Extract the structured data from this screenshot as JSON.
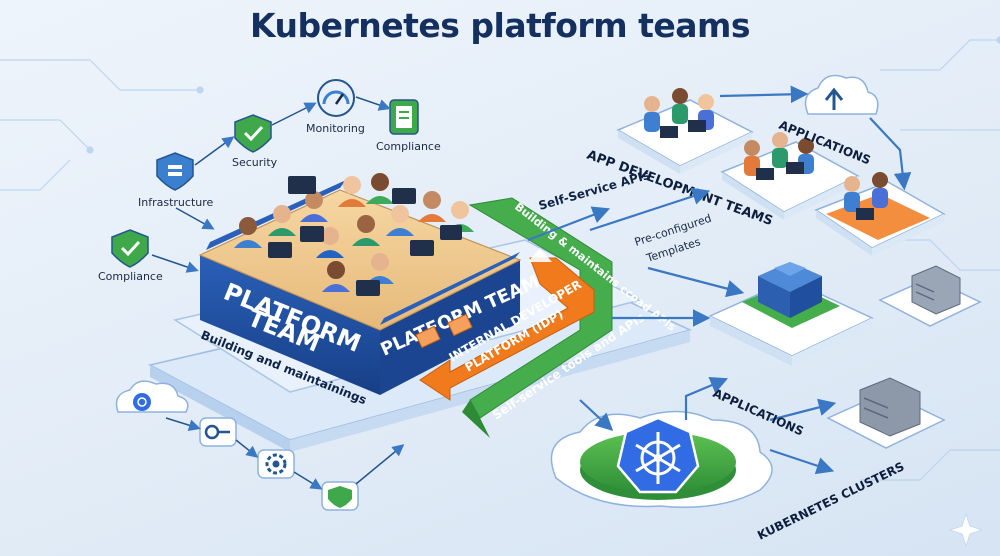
{
  "title": "Kubernetes platform teams",
  "left_nodes": {
    "infrastructure": "Infrastructure",
    "security": "Security",
    "monitoring": "Monitoring",
    "compliance_top": "Compliance",
    "compliance_left": "Compliance"
  },
  "platform": {
    "front_label_line1": "PLATFORM",
    "front_label_line2": "TEAM",
    "side_label": "PLATFORM TEAM",
    "base_label": "Building and maintainings"
  },
  "idp": {
    "line1": "INTERNAL DEVELOPER",
    "line2": "PLATFORM (IDP)"
  },
  "ribbons": {
    "green_top": "Building & maintains ccoad APIs",
    "green_bottom": "Self-service tools and APIs"
  },
  "right": {
    "self_service_apis": "Self-Service APIs",
    "app_dev_teams": "APP DEVELOPMENT TEAMS",
    "applications_top": "APPLICATIONS",
    "preconfigured_line1": "Pre-configured",
    "preconfigured_line2": "Templates",
    "applications_bottom": "APPLICATIONS",
    "kubernetes_clusters": "KUBERNETES CLUSTERS"
  },
  "colors": {
    "platform_blue": "#1f4f9e",
    "idp_orange": "#f07a1c",
    "ribbon_green": "#46ad4c",
    "kubernetes_blue": "#326ce5",
    "title_navy": "#14305f"
  },
  "icons": [
    "shield-check-icon",
    "gauge-icon",
    "clipboard-icon",
    "server-icon",
    "kubernetes-icon",
    "key-icon",
    "gear-icon",
    "cloud-upload-icon",
    "laptop-icon"
  ]
}
